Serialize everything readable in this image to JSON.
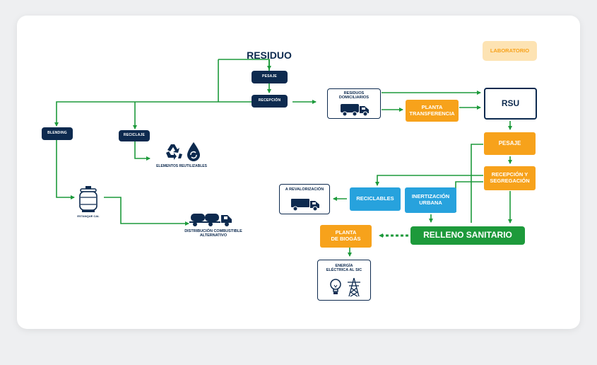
{
  "title": "RESIDUO",
  "nodes": {
    "pesaje_top": "PESAJE",
    "recepcion_top": "RECEPCIÓN",
    "blending": "BLENDING",
    "reciclaje": "RECICLAJE",
    "elementos": "ELEMENTOS REUTILIZABLES",
    "estanque": "ESTANQUE CAL",
    "distribucion": "DISTRIBUCIÓN COMBUSTIBLE\nALTERNATIVO",
    "residuos_dom": "RESIDUOS\nDOMICILIARIOS",
    "planta_transferencia": "PLANTA\nTRANSFERENCIA",
    "rsu": "RSU",
    "laboratorio": "LABORATORIO",
    "pesaje": "PESAJE",
    "recepcion_seg": "RECEPCIÓN Y\nSEGREGACIÓN",
    "reciclables": "RECICLABLES",
    "inertizacion": "INERTIZACIÓN\nURBANA",
    "a_revalorizacion": "A REVALORIZACIÓN",
    "relleno": "RELLENO SANITARIO",
    "planta_biogas": "PLANTA\nDE BIOGÁS",
    "energia": "ENERGÍA\nELÉCTRICA AL SIC"
  },
  "colors": {
    "navy": "#0d2a4f",
    "orange": "#f7a21b",
    "blue": "#27a2dd",
    "green": "#1d9a3b",
    "laboratorio_bg": "#fde3b3",
    "arrow": "#1d9a3b"
  },
  "icons": [
    "recycle-icon",
    "water-drop-icon",
    "gas-tank-icon",
    "tanker-truck-icon",
    "garbage-truck-icon",
    "truck-icon",
    "light-bulb-icon",
    "power-tower-icon"
  ]
}
